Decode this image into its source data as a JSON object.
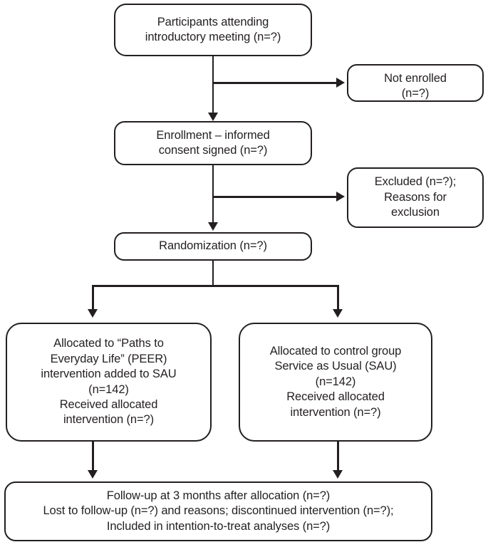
{
  "diagram": {
    "title": "CONSORT participant flow diagram",
    "stroke_color": "#231f20",
    "background_color": "#ffffff"
  },
  "nodes": {
    "participants": {
      "name": "participants-attending",
      "lines": [
        "Participants attending",
        "introductory meeting (n=?)"
      ]
    },
    "not_enrolled": {
      "name": "not-enrolled",
      "lines": [
        "Not enrolled",
        "(n=?)"
      ],
      "note": "second line clipped by box edge"
    },
    "enrollment": {
      "name": "enrollment-consent",
      "lines": [
        "Enrollment – informed",
        "consent signed (n=?)"
      ]
    },
    "excluded": {
      "name": "excluded",
      "lines": [
        "Excluded (n=?);",
        "Reasons for",
        "exclusion"
      ]
    },
    "randomization": {
      "name": "randomization",
      "lines": [
        "Randomization (n=?)"
      ]
    },
    "allocation_peer": {
      "name": "allocated-peer-intervention",
      "lines": [
        "Allocated to “Paths to",
        "Everyday Life” (PEER)",
        "intervention added to SAU",
        "(n=142)",
        "Received allocated",
        "intervention (n=?)"
      ]
    },
    "allocation_sau": {
      "name": "allocated-control-sau",
      "lines": [
        "Allocated to control group",
        "Service as Usual (SAU)",
        "(n=142)",
        "Received allocated",
        "intervention (n=?)"
      ]
    },
    "followup": {
      "name": "follow-up-analysis",
      "lines": [
        "Follow-up at 3 months after allocation (n=?)",
        "Lost to follow-up (n=?) and reasons; discontinued intervention (n=?);",
        "Included in intention-to-treat analyses (n=?)"
      ]
    }
  },
  "connectors": [
    {
      "id": "participants-to-enrollment",
      "from": "participants",
      "to": "enrollment",
      "type": "arrow-down"
    },
    {
      "id": "participants-to-not-enrolled",
      "from": "participants",
      "to": "not_enrolled",
      "type": "arrow-right"
    },
    {
      "id": "enrollment-to-randomization",
      "from": "enrollment",
      "to": "randomization",
      "type": "arrow-down"
    },
    {
      "id": "enrollment-to-excluded",
      "from": "enrollment",
      "to": "excluded",
      "type": "arrow-right"
    },
    {
      "id": "randomization-to-peer",
      "from": "randomization",
      "to": "allocation_peer",
      "type": "arrow-down-split"
    },
    {
      "id": "randomization-to-sau",
      "from": "randomization",
      "to": "allocation_sau",
      "type": "arrow-down-split"
    },
    {
      "id": "peer-to-followup",
      "from": "allocation_peer",
      "to": "followup",
      "type": "arrow-down"
    },
    {
      "id": "sau-to-followup",
      "from": "allocation_sau",
      "to": "followup",
      "type": "arrow-down"
    }
  ]
}
